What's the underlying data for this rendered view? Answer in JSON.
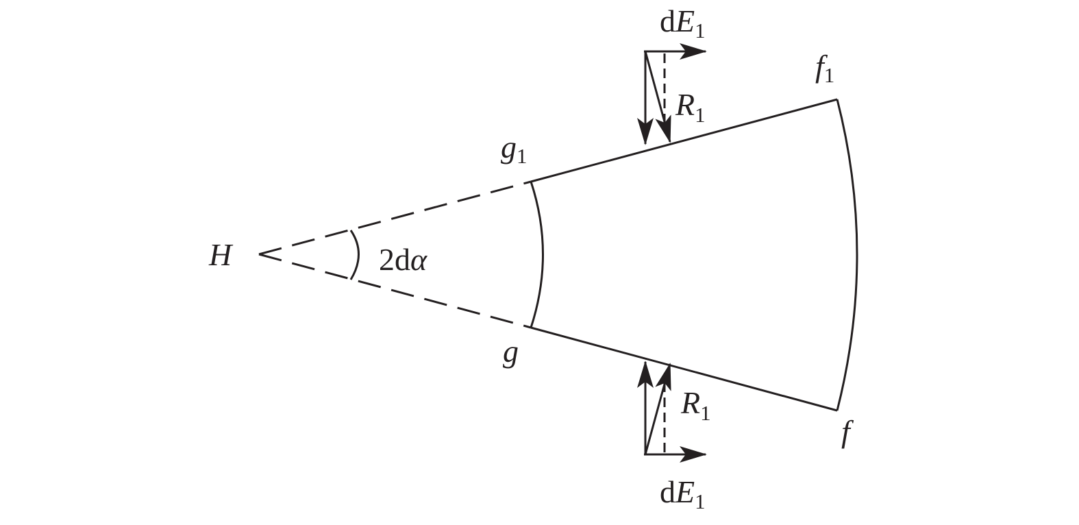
{
  "colors": {
    "ink": "#231f20",
    "background": "#ffffff"
  },
  "labels": {
    "apex": "H",
    "angle_num": "2",
    "angle_d": "d",
    "angle_symbol": "α",
    "g_upper": "g",
    "g_upper_sub": "1",
    "g_lower": "g",
    "f_upper": "f",
    "f_upper_sub": "1",
    "f_lower": "f",
    "force_top_d": "d",
    "force_top_E": "E",
    "force_top_sub": "1",
    "force_bottom_d": "d",
    "force_bottom_E": "E",
    "force_bottom_sub": "1",
    "reaction_top": "R",
    "reaction_top_sub": "1",
    "reaction_bottom": "R",
    "reaction_bottom_sub": "1"
  }
}
